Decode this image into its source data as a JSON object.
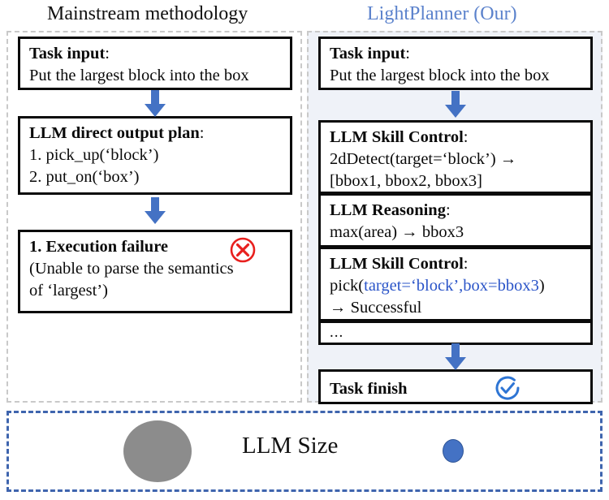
{
  "headers": {
    "left": "Mainstream methodology",
    "right": "LightPlanner (Our)",
    "right_color": "#5B82CC"
  },
  "colors": {
    "accent_blue": "#4472C4",
    "text_blue": "#2A54C8",
    "fail_red": "#E8201E",
    "ok_blue": "#2E75D4",
    "gray_ellipse": "#8C8C8C",
    "panel_right_bg": "#eff2f8",
    "panel_dashed_gray": "#c9c9c9",
    "panel_dashed_blue": "#3F65AE"
  },
  "left_column": {
    "task_input": {
      "heading": "Task input",
      "colon": ":",
      "body": "Put the largest block into the box"
    },
    "plan": {
      "heading": "LLM direct output plan",
      "colon": ":",
      "step1": "1. pick_up(‘block’)",
      "step2": "2. put_on(‘box’)"
    },
    "failure": {
      "heading": "1. Execution failure",
      "icon": "failure-x-icon",
      "line1": "(Unable to parse the semantics",
      "line2": "of ‘largest’)"
    }
  },
  "right_column": {
    "task_input": {
      "heading": "Task input",
      "colon": ":",
      "body": "Put the largest block into the box"
    },
    "skill_control_1": {
      "heading": "LLM Skill Control",
      "colon": ":",
      "call": "2dDetect(target=‘block’) →",
      "result": "[bbox1, bbox2, bbox3]"
    },
    "reasoning": {
      "heading": "LLM Reasoning",
      "colon": ":",
      "expression": "max(area) → bbox3"
    },
    "skill_control_2": {
      "heading": "LLM Skill Control",
      "colon": ":",
      "call_prefix": "pick(",
      "call_args": "target=‘block’,box=bbox3",
      "call_suffix": ")",
      "result": "→ Successful"
    },
    "ellipsis": "...",
    "finish": {
      "label": "Task finish",
      "icon": "success-check-icon"
    }
  },
  "legend": {
    "label": "LLM Size",
    "large_marker": "large-gray-ellipse",
    "small_marker": "small-blue-ellipse"
  },
  "arrows": [
    {
      "name": "arrow-left-1"
    },
    {
      "name": "arrow-left-2"
    },
    {
      "name": "arrow-right-1"
    },
    {
      "name": "arrow-right-2"
    }
  ]
}
